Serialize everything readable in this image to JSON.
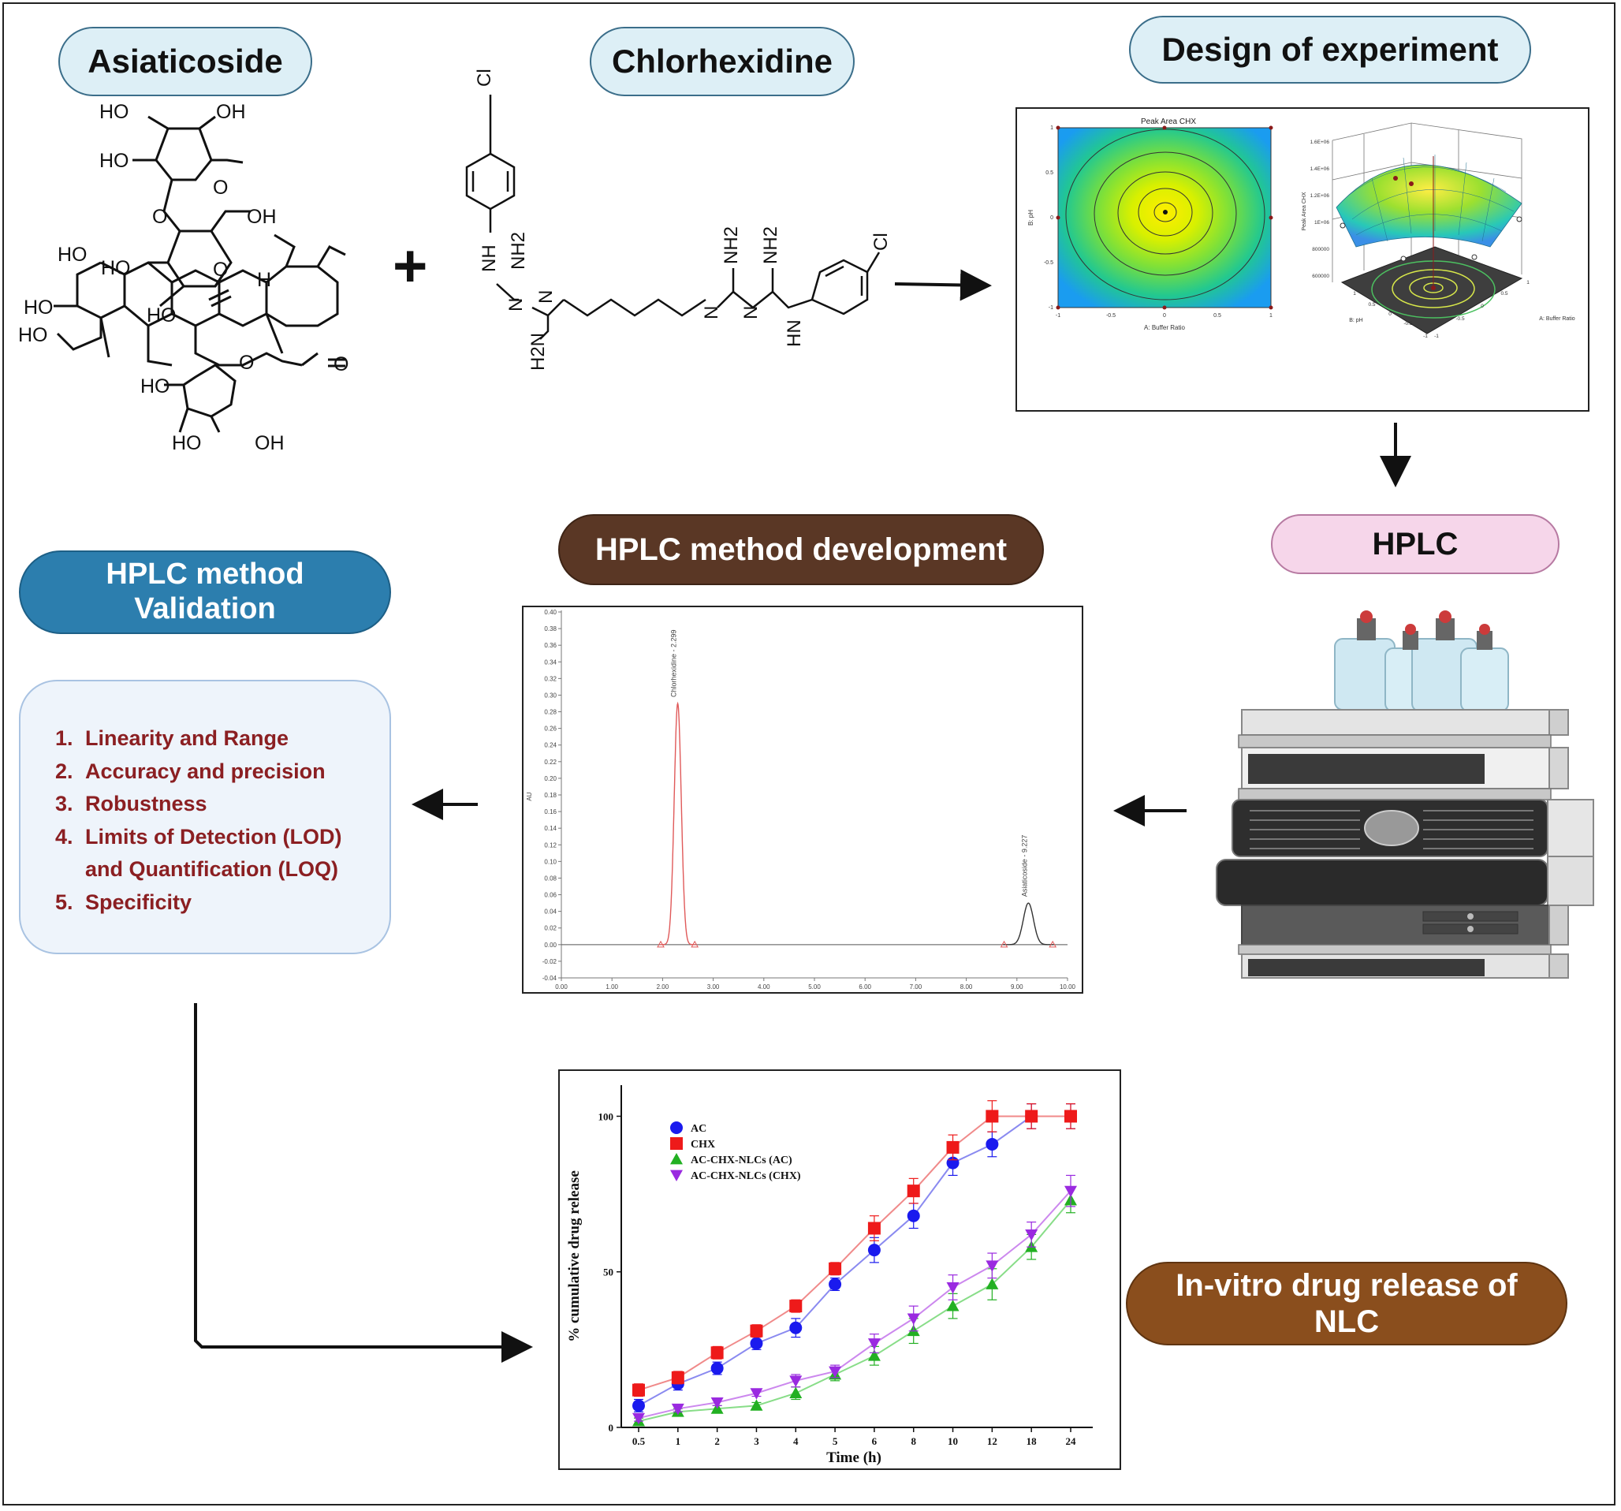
{
  "titles": {
    "asiaticoside": "Asiaticoside",
    "chlorhexidine": "Chlorhexidine",
    "doe": "Design of experiment",
    "hplc": "HPLC",
    "method_dev": "HPLC method development",
    "validation_line1": "HPLC method",
    "validation_line2": "Validation",
    "release_line1": "In-vitro drug release of",
    "release_line2": "NLC"
  },
  "plus_symbol": "+",
  "asiaticoside_atoms": [
    "HO",
    "OH",
    "HO",
    "O",
    "O",
    "OH",
    "HO",
    "HO",
    "HO",
    "HO",
    "HO",
    "H",
    "O",
    "O",
    "HO",
    "O",
    "HO",
    "OH"
  ],
  "chlorhexidine_atoms": {
    "cl_left": "Cl",
    "nh_left": "NH",
    "nh2_left": "NH2",
    "n1": "N",
    "n2": "N",
    "h2n": "H2N",
    "nh2_a": "NH2",
    "nh2_b": "NH2",
    "n3": "N",
    "n4": "N",
    "hn": "HN",
    "cl_right": "Cl"
  },
  "validation_items": [
    {
      "num": "1.",
      "text": "Linearity and Range"
    },
    {
      "num": "2.",
      "text": "Accuracy and precision"
    },
    {
      "num": "3.",
      "text": "Robustness"
    },
    {
      "num": "4.",
      "text": "Limits of Detection (LOD)"
    },
    {
      "num": "",
      "text": "and Quantification (LOQ)"
    },
    {
      "num": "5.",
      "text": "Specificity"
    }
  ],
  "doe_contour": {
    "title": "Peak Area CHX",
    "xlabel": "A: Buffer Ratio",
    "ylabel": "B: pH",
    "xticks": [
      "-1",
      "-0.5",
      "0",
      "0.5",
      "1"
    ],
    "yticks": [
      "-1",
      "-0.5",
      "0",
      "0.5",
      "1"
    ]
  },
  "doe_surface": {
    "zlabel": "Peak Area CHX",
    "zticks": [
      "1.6E+06",
      "1.4E+06",
      "1.2E+06",
      "1E+06",
      "800000",
      "600000"
    ],
    "xlabel": "A: Buffer Ratio",
    "ylabel": "B: pH",
    "xticks": [
      "1",
      "0.5",
      "0",
      "-0.5",
      "-1"
    ],
    "yticks": [
      "1",
      "0.5",
      "0",
      "-0.5",
      "-1"
    ]
  },
  "chart_data": [
    {
      "type": "line",
      "ylabel": "AU",
      "x_ticks": [
        "0.00",
        "1.00",
        "2.00",
        "3.00",
        "4.00",
        "5.00",
        "6.00",
        "7.00",
        "8.00",
        "9.00",
        "10.00"
      ],
      "y_ticks": [
        "-0.04",
        "-0.02",
        "0.00",
        "0.02",
        "0.04",
        "0.06",
        "0.08",
        "0.10",
        "0.12",
        "0.14",
        "0.16",
        "0.18",
        "0.20",
        "0.22",
        "0.24",
        "0.26",
        "0.28",
        "0.30",
        "0.32",
        "0.34",
        "0.36",
        "0.38",
        "0.40"
      ],
      "xlim": [
        0,
        10
      ],
      "ylim": [
        -0.04,
        0.4
      ],
      "peaks": [
        {
          "label": "Chlorhexidine - 2.299",
          "rt": 2.299,
          "height": 0.29,
          "color": "#e05a5a"
        },
        {
          "label": "Asiaticoside - 9.227",
          "rt": 9.227,
          "height": 0.05,
          "color": "#333333"
        }
      ]
    },
    {
      "type": "line",
      "xlabel": "Time (h)",
      "ylabel": "% cumulative drug release",
      "categories": [
        "0.5",
        "1",
        "2",
        "3",
        "4",
        "5",
        "6",
        "8",
        "10",
        "12",
        "18",
        "24"
      ],
      "y_ticks": [
        "0",
        "50",
        "100"
      ],
      "ylim": [
        0,
        110
      ],
      "series": [
        {
          "name": "AC",
          "marker": "circle",
          "color": "#1a1aee",
          "line": "#8a8af0",
          "values": [
            7,
            14,
            19,
            27,
            32,
            46,
            57,
            68,
            85,
            91,
            100,
            100
          ],
          "errors": [
            2,
            2,
            2,
            2,
            3,
            2,
            4,
            4,
            4,
            4,
            4,
            4
          ]
        },
        {
          "name": "CHX",
          "marker": "square",
          "color": "#ee1a1a",
          "line": "#f08a8a",
          "values": [
            12,
            16,
            24,
            31,
            39,
            51,
            64,
            76,
            90,
            100,
            100,
            100
          ],
          "errors": [
            2,
            2,
            2,
            2,
            2,
            2,
            4,
            4,
            4,
            5,
            4,
            4
          ]
        },
        {
          "name": "AC-CHX-NLCs (AC)",
          "marker": "triangle-up",
          "color": "#22b022",
          "line": "#88dd88",
          "values": [
            2,
            5,
            6,
            7,
            11,
            17,
            23,
            31,
            39,
            46,
            58,
            73
          ],
          "errors": [
            1,
            1,
            1,
            1,
            2,
            2,
            3,
            4,
            4,
            5,
            4,
            4
          ]
        },
        {
          "name": "AC-CHX-NLCs (CHX)",
          "marker": "triangle-down",
          "color": "#9a2ae0",
          "line": "#cc88ee",
          "values": [
            3,
            6,
            8,
            11,
            15,
            18,
            27,
            35,
            45,
            52,
            62,
            76
          ],
          "errors": [
            1,
            1,
            1,
            1,
            2,
            2,
            3,
            4,
            4,
            4,
            4,
            5
          ]
        }
      ]
    }
  ]
}
